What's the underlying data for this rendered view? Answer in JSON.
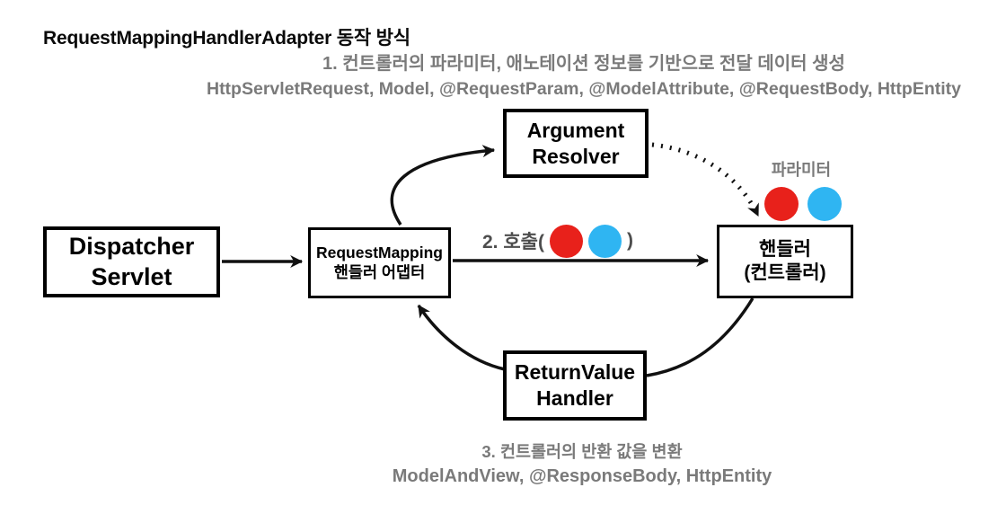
{
  "title": "RequestMappingHandlerAdapter 동작 방식",
  "step1": {
    "line1": "1. 컨트롤러의 파라미터, 애노테이션 정보를 기반으로 전달 데이터 생성",
    "line2": "HttpServletRequest, Model, @RequestParam, @ModelAttribute, @RequestBody, HttpEntity"
  },
  "step3": {
    "line1": "3. 컨트롤러의 반환 값을 변환",
    "line2": "ModelAndView, @ResponseBody, HttpEntity"
  },
  "nodes": {
    "dispatcher_servlet": {
      "line1": "Dispatcher",
      "line2": "Servlet"
    },
    "request_mapping_adapter": {
      "line1": "RequestMapping",
      "line2": "핸들러 어댑터"
    },
    "argument_resolver": {
      "line1": "Argument",
      "line2": "Resolver"
    },
    "handler": {
      "line1": "핸들러",
      "line2": "(컨트롤러)"
    },
    "return_value_handler": {
      "line1": "ReturnValue",
      "line2": "Handler"
    }
  },
  "labels": {
    "parameter": "파라미터",
    "call_prefix": "2. 호출(",
    "call_suffix": ")"
  },
  "colors": {
    "red_dot": "#e8211b",
    "blue_dot": "#2fb5f2",
    "gray_text": "#7a7a7a",
    "call_text": "#4d4d4d",
    "line": "#111111",
    "background": "#ffffff"
  }
}
